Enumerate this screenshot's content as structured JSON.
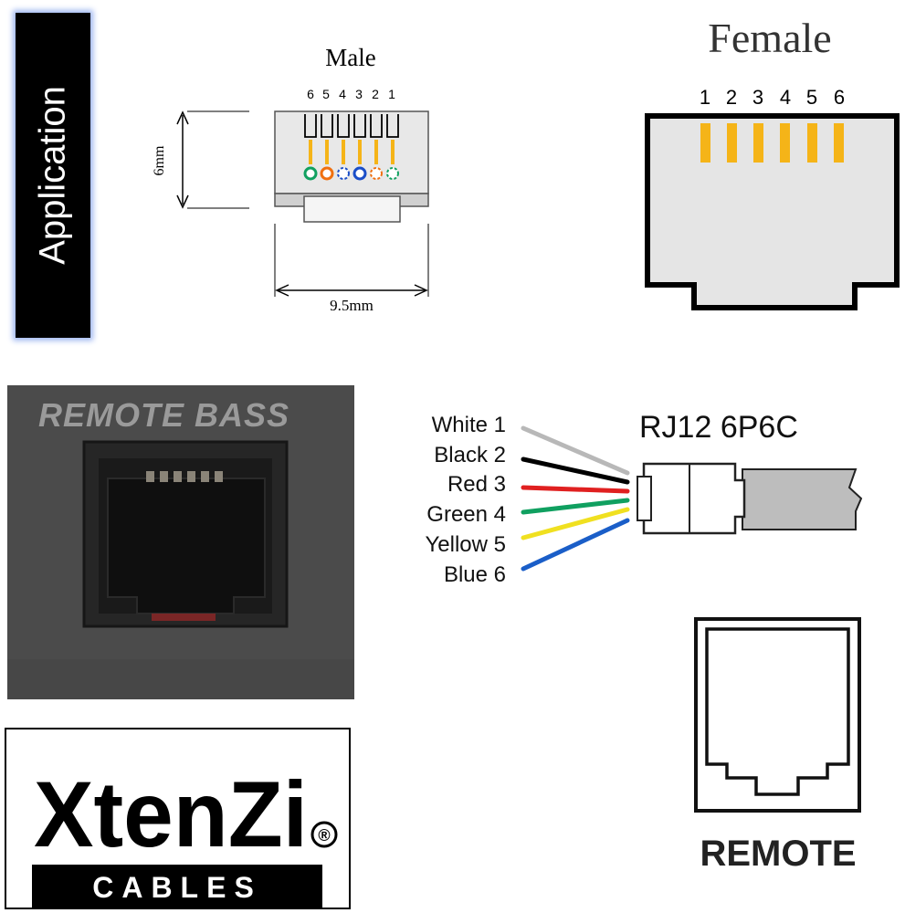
{
  "badge": {
    "label": "Application"
  },
  "male": {
    "title": "Male",
    "pin_numbers": [
      "6",
      "5",
      "4",
      "3",
      "2",
      "1"
    ],
    "height_label": "6mm",
    "width_label": "9.5mm"
  },
  "female": {
    "title": "Female",
    "pin_numbers": [
      "1",
      "2",
      "3",
      "4",
      "5",
      "6"
    ]
  },
  "photo": {
    "label": "REMOTE BASS"
  },
  "wiring": {
    "title": "RJ12 6P6C",
    "wires": [
      {
        "label": "White 1",
        "color": "#b8b8b8"
      },
      {
        "label": "Black 2",
        "color": "#000000"
      },
      {
        "label": "Red 3",
        "color": "#e02020"
      },
      {
        "label": "Green 4",
        "color": "#10a060"
      },
      {
        "label": "Yellow 5",
        "color": "#f0e020"
      },
      {
        "label": "Blue 6",
        "color": "#1a5ec8"
      }
    ]
  },
  "remote_icon": {
    "label": "REMOTE"
  },
  "logo": {
    "brand": "XtenZi",
    "registered": "®",
    "subtitle": "CABLES"
  },
  "colors": {
    "pin_gold": "#f5b418",
    "connector_gray": "#e0e0e0"
  }
}
